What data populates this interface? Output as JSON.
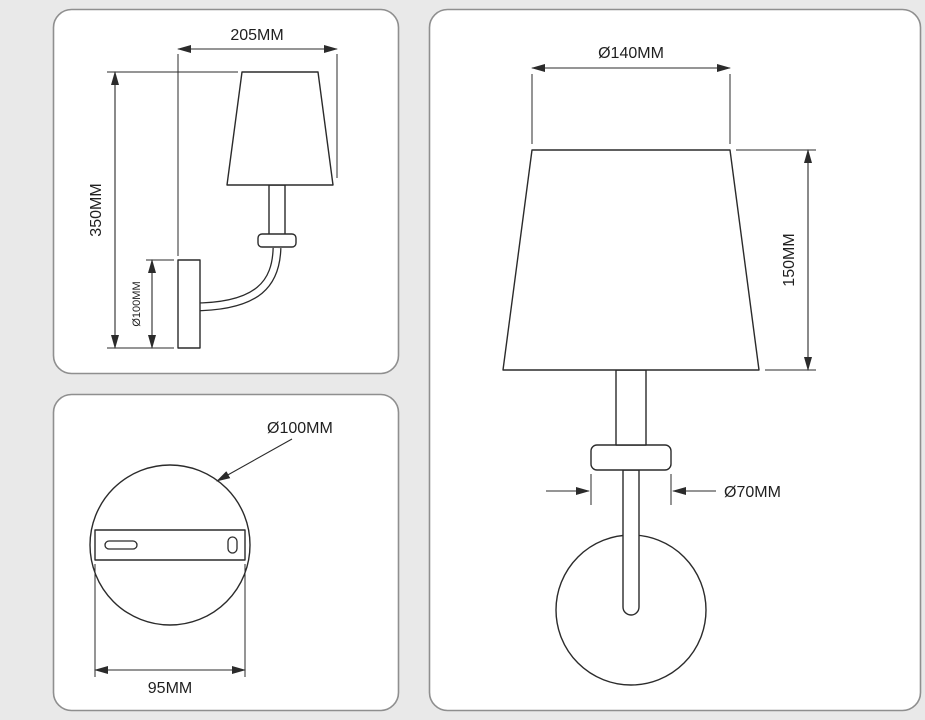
{
  "colors": {
    "background": "#e9e9e9",
    "panel_bg": "#ffffff",
    "panel_border": "#8f8f8f",
    "line": "#2b2b2b",
    "text": "#1f1f1f"
  },
  "side_view": {
    "depth_label": "205MM",
    "height_label": "350MM",
    "backplate_label": "Ø100MM"
  },
  "back_view": {
    "diameter_label": "Ø100MM",
    "bracket_label": "95MM"
  },
  "front_view": {
    "shade_diameter_label": "Ø140MM",
    "shade_height_label": "150MM",
    "flange_label": "Ø70MM"
  }
}
